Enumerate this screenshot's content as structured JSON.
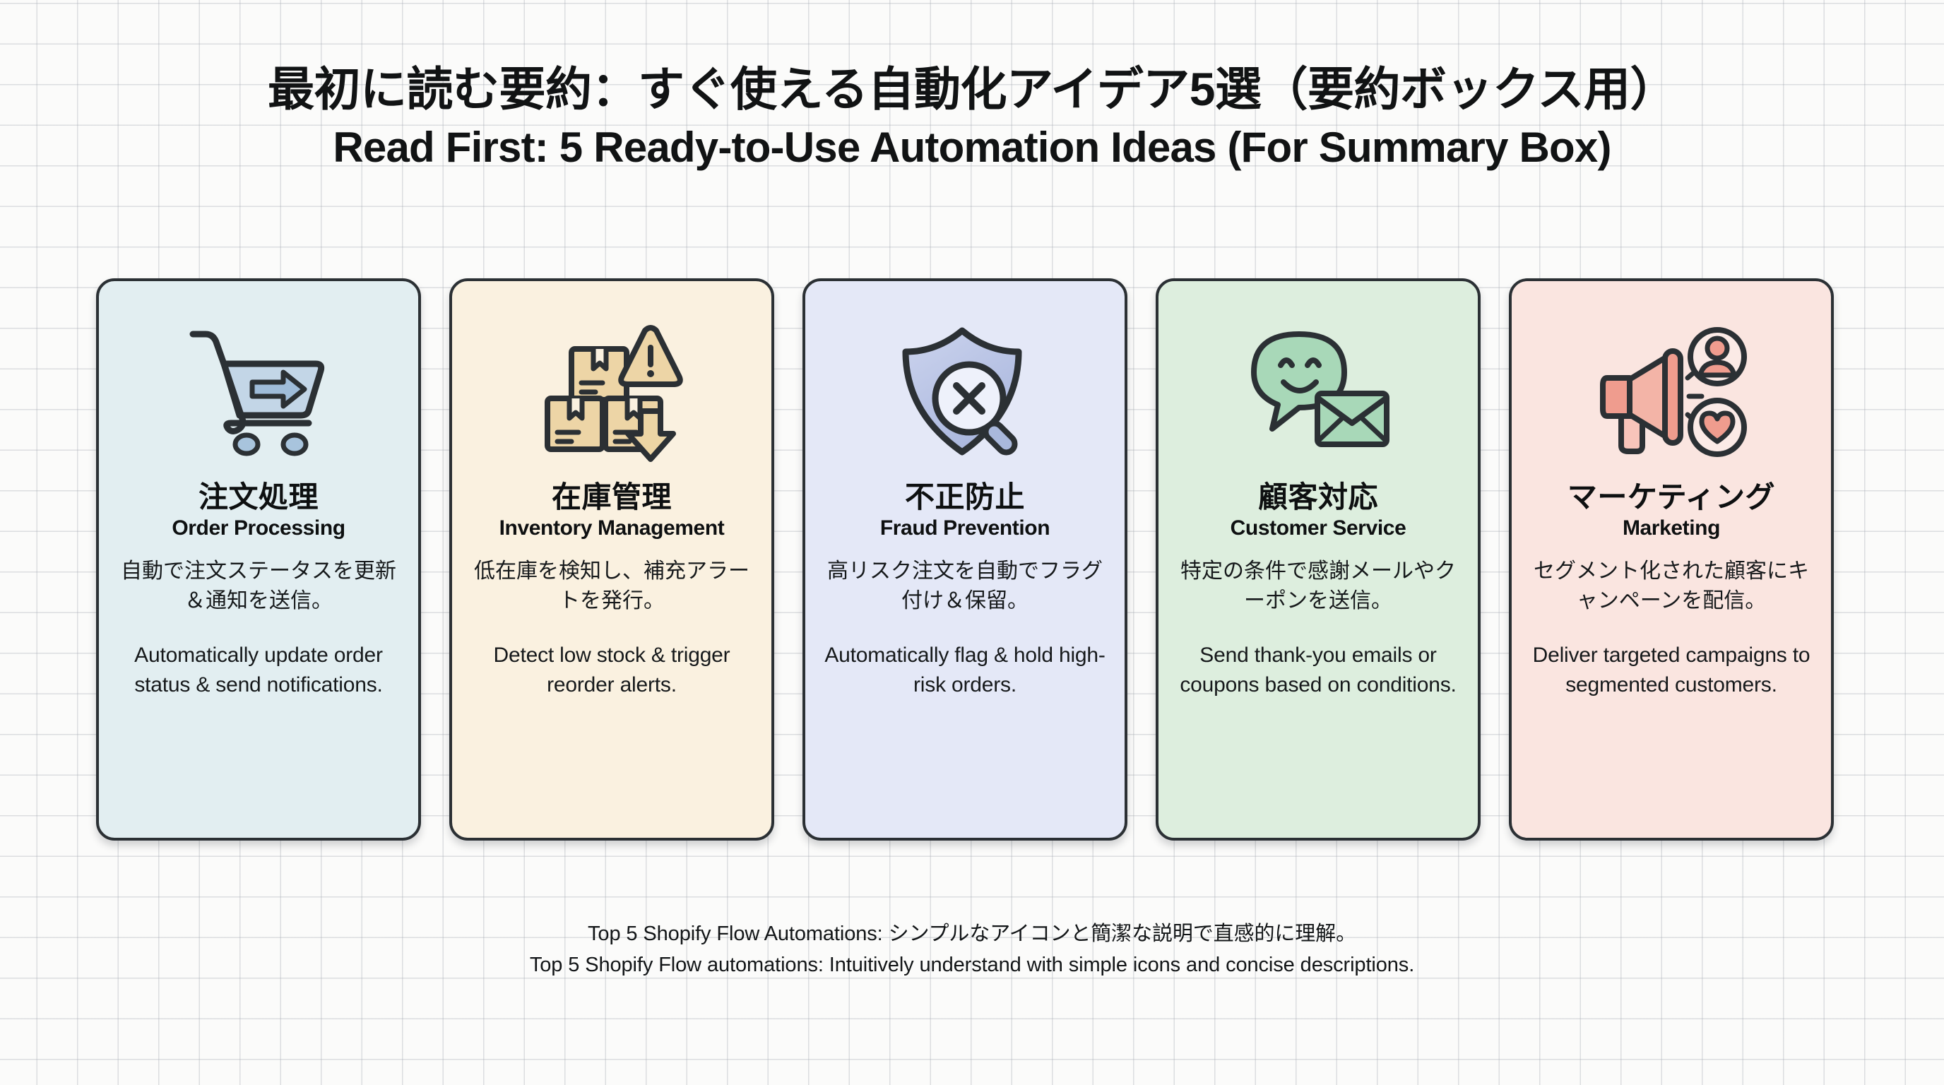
{
  "title": {
    "ja": "最初に読む要約：すぐ使える自動化アイデア5選（要約ボックス用）",
    "en": "Read First: 5 Ready-to-Use Automation Ideas (For Summary Box)"
  },
  "cards": [
    {
      "icon": "shopping-cart-arrow-icon",
      "title_ja": "注文処理",
      "title_en": "Order Processing",
      "desc_ja": "自動で注文ステータスを更新＆通知を送信。",
      "desc_en": "Automatically update order status & send notifications.",
      "bg_color": "#e2eef1",
      "accent_color": "#a9c3dd"
    },
    {
      "icon": "boxes-warning-arrow-icon",
      "title_ja": "在庫管理",
      "title_en": "Inventory Management",
      "desc_ja": "低在庫を検知し、補充アラートを発行。",
      "desc_en": "Detect low stock & trigger reorder alerts.",
      "bg_color": "#faf1e0",
      "accent_color": "#ecd5a4"
    },
    {
      "icon": "shield-magnifier-x-icon",
      "title_ja": "不正防止",
      "title_en": "Fraud Prevention",
      "desc_ja": "高リスク注文を自動でフラグ付け＆保留。",
      "desc_en": "Automatically flag & hold high-risk orders.",
      "bg_color": "#e4e8f7",
      "accent_color": "#b4bfe2"
    },
    {
      "icon": "smiley-speech-envelope-icon",
      "title_ja": "顧客対応",
      "title_en": "Customer Service",
      "desc_ja": "特定の条件で感謝メールやクーポンを送信。",
      "desc_en": "Send thank-you emails or coupons based on conditions.",
      "bg_color": "#ddeede",
      "accent_color": "#a7d8b7"
    },
    {
      "icon": "megaphone-person-heart-icon",
      "title_ja": "マーケティング",
      "title_en": "Marketing",
      "desc_ja": "セグメント化された顧客にキャンペーンを配信。",
      "desc_en": "Deliver targeted campaigns to segmented customers.",
      "bg_color": "#fae5e0",
      "accent_color": "#ef9c8e"
    }
  ],
  "footer": {
    "ja": "Top 5 Shopify Flow Automations: シンプルなアイコンと簡潔な説明で直感的に理解。",
    "en": "Top 5 Shopify Flow automations: Intuitively understand with simple icons and concise descriptions."
  },
  "colors": {
    "stroke": "#2b3034",
    "text": "#111314",
    "grid_line": "#acb0b8",
    "page_bg": "#fbfbfa"
  }
}
